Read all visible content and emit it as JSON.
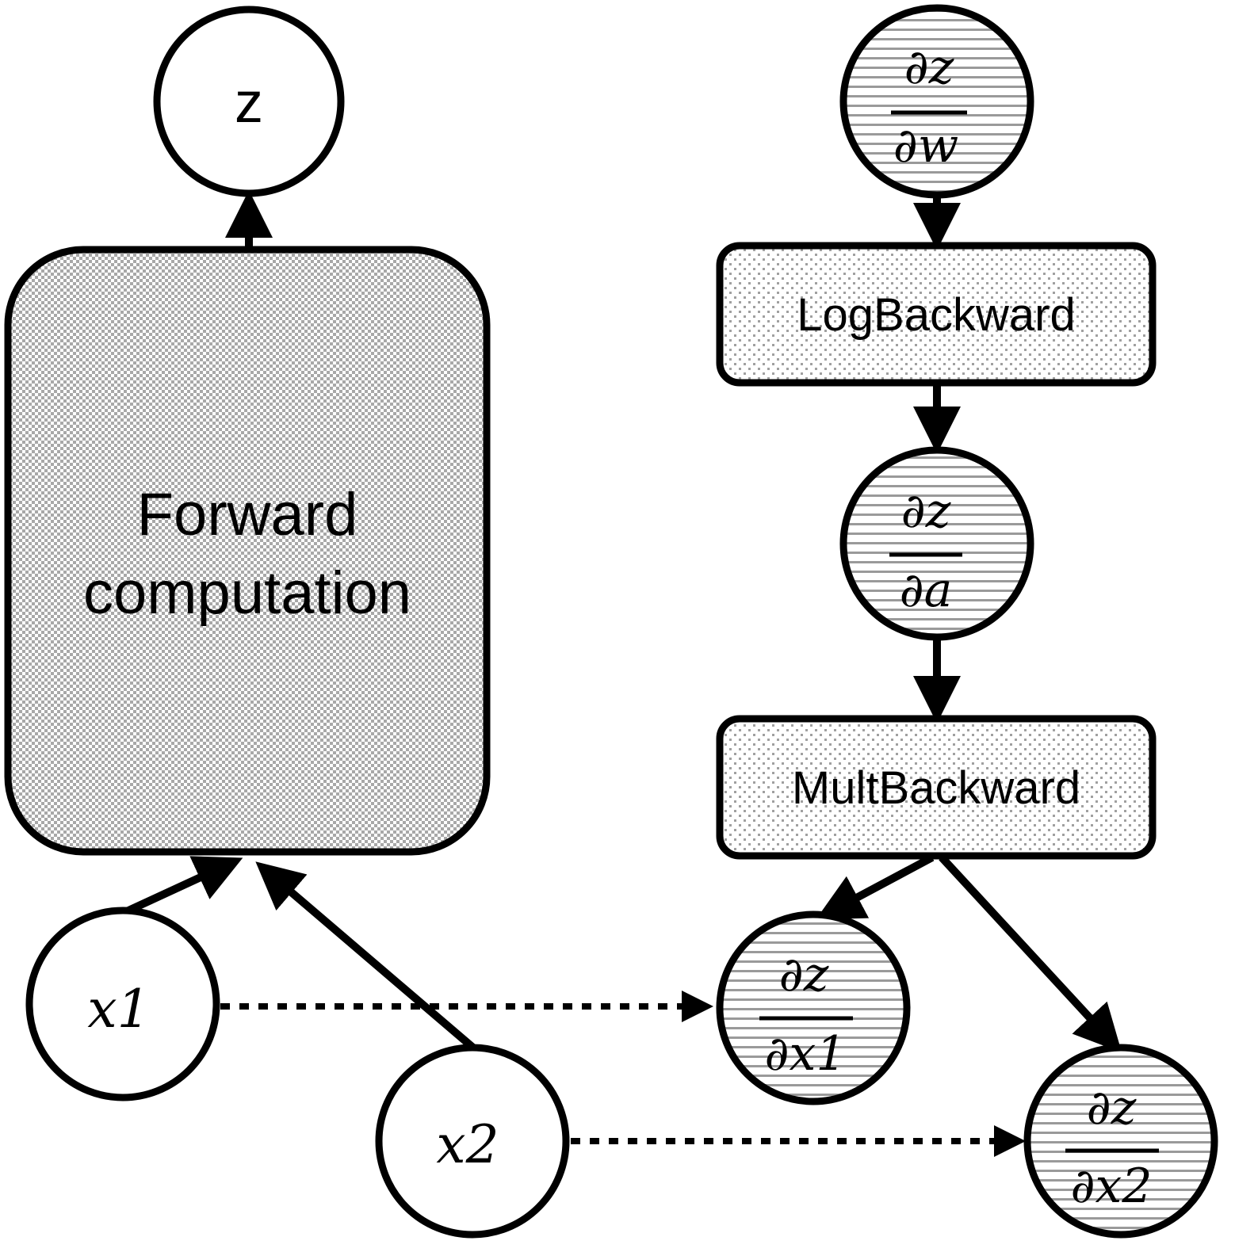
{
  "forward": {
    "output_label": "z",
    "box_label_line1": "Forward",
    "box_label_line2": "computation",
    "input1_label": "x1",
    "input2_label": "x2"
  },
  "backward": {
    "grad_w": {
      "numerator": "∂z",
      "denominator": "∂w"
    },
    "log_backward_label": "LogBackward",
    "grad_a": {
      "numerator": "∂z",
      "denominator": "∂a"
    },
    "mult_backward_label": "MultBackward",
    "grad_x1": {
      "numerator": "∂z",
      "denominator": "∂x1"
    },
    "grad_x2": {
      "numerator": "∂z",
      "denominator": "∂x2"
    }
  },
  "colors": {
    "stroke": "#000000",
    "background": "#ffffff",
    "stripe": "#9a9a9a",
    "checker": "#a8a8a8",
    "dots": "#a0a0a0"
  }
}
